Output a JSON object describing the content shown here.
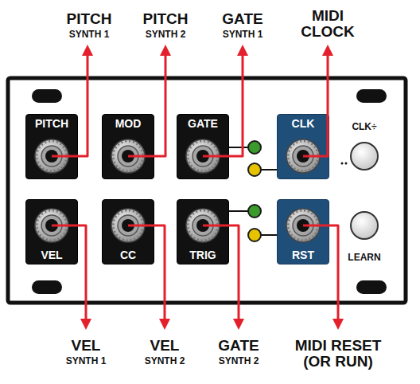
{
  "diagram": {
    "nodes": [
      {
        "text": [
          "PITCH"
        ]
      },
      {
        "text": [
          "MOD"
        ]
      },
      {
        "text": [
          "GATE"
        ]
      },
      {
        "text": [
          "CLK"
        ]
      },
      {
        "text": [
          "VEL"
        ]
      },
      {
        "text": [
          "CC"
        ]
      },
      {
        "text": [
          "TRIG"
        ]
      },
      {
        "text": [
          "RST"
        ]
      }
    ],
    "labels": [
      "PITCH",
      "SYNTH 1",
      "PITCH",
      "SYNTH 2",
      "GATE",
      "SYNTH 1",
      "MIDI CLOCK",
      "CLK÷",
      "LEARN",
      "VEL",
      "SYNTH 1",
      "VEL",
      "SYNTH 2",
      "GATE",
      "SYNTH 2",
      "MIDI RESET (OR RUN)"
    ]
  }
}
